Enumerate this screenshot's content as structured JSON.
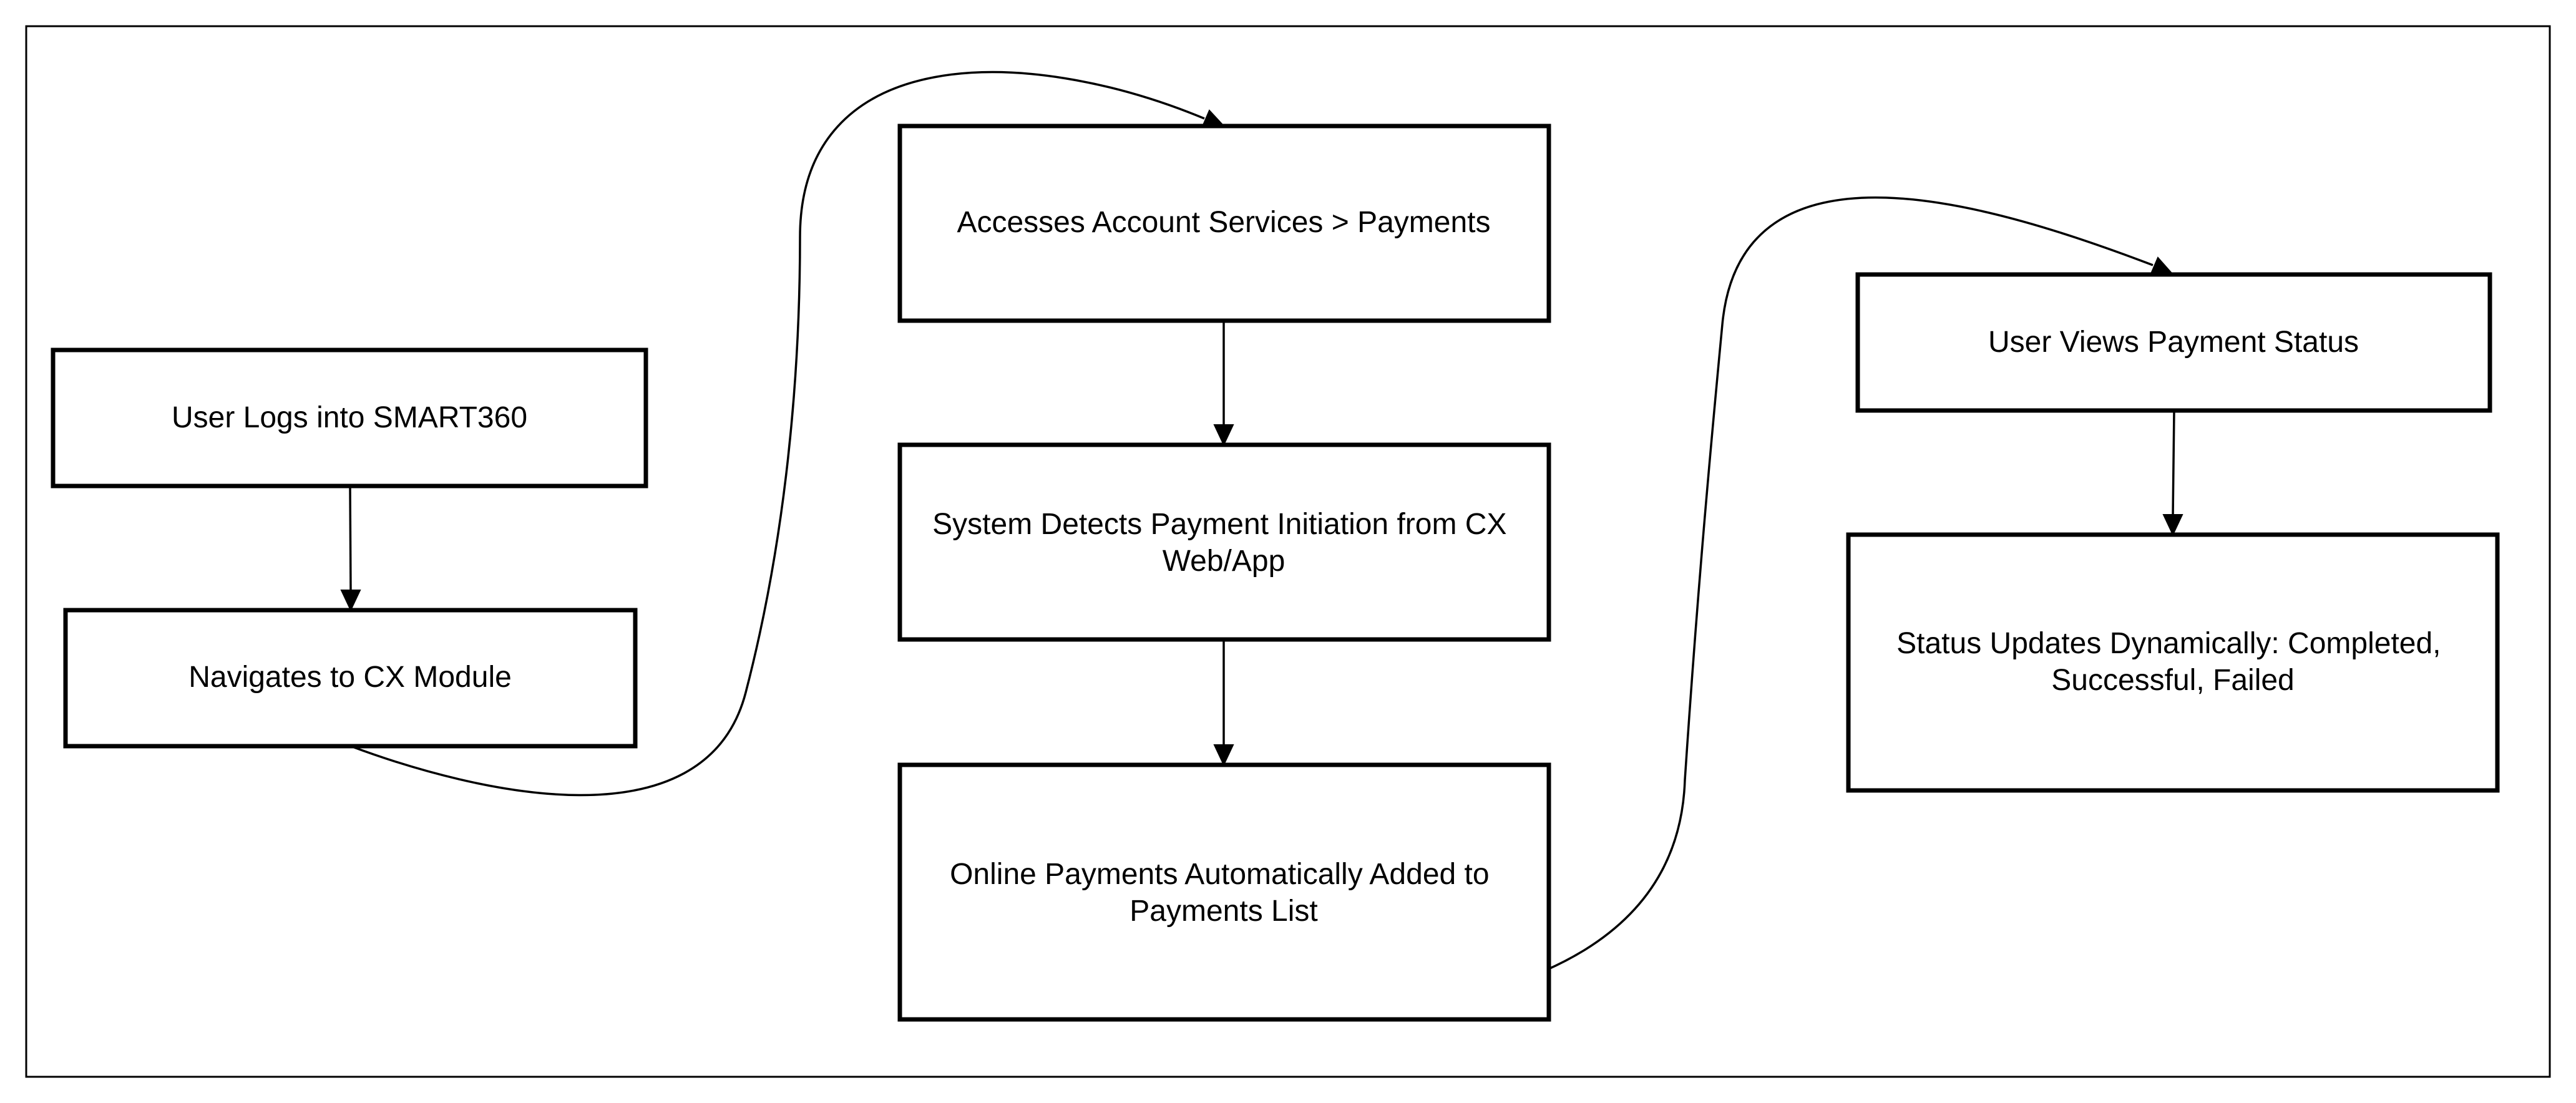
{
  "colors": {
    "background": "#ffffff",
    "stroke": "#000000",
    "text": "#000000"
  },
  "nodes": [
    {
      "id": "login",
      "lines": [
        "User Logs into SMART360"
      ]
    },
    {
      "id": "navigate",
      "lines": [
        "Navigates to CX Module"
      ]
    },
    {
      "id": "access",
      "lines": [
        "Accesses Account Services > Payments"
      ]
    },
    {
      "id": "detect",
      "lines": [
        "System Detects Payment Initiation from CX",
        "Web/App"
      ]
    },
    {
      "id": "added",
      "lines": [
        "Online Payments Automatically Added to",
        "Payments List"
      ]
    },
    {
      "id": "view",
      "lines": [
        "User Views Payment Status"
      ]
    },
    {
      "id": "status",
      "lines": [
        "Status Updates Dynamically: Completed,",
        "Successful, Failed"
      ]
    }
  ],
  "edges": [
    {
      "from": "login",
      "to": "navigate"
    },
    {
      "from": "navigate",
      "to": "access"
    },
    {
      "from": "access",
      "to": "detect"
    },
    {
      "from": "detect",
      "to": "added"
    },
    {
      "from": "added",
      "to": "view"
    },
    {
      "from": "view",
      "to": "status"
    }
  ]
}
